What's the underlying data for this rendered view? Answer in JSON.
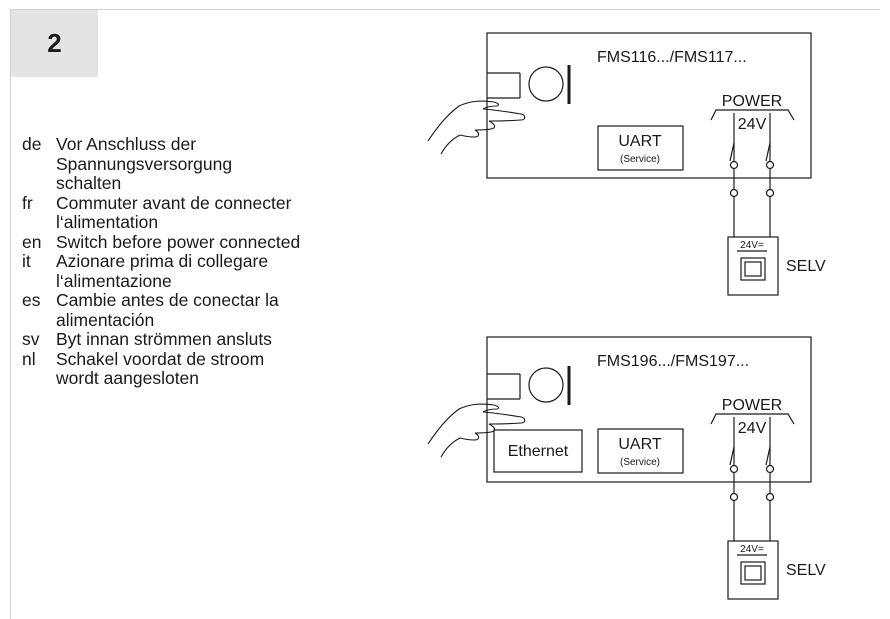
{
  "step_number": "2",
  "instructions": [
    {
      "lang": "de",
      "text": "Vor Anschluss der\nSpannungsversorgung\nschalten"
    },
    {
      "lang": "fr",
      "text": "Commuter avant de connecter\nl‘alimentation"
    },
    {
      "lang": "en",
      "text": "Switch before power connected"
    },
    {
      "lang": "it",
      "text": "Azionare prima di collegare\nl‘alimentazione"
    },
    {
      "lang": "es",
      "text": "Cambie antes de conectar la\nalimentación"
    },
    {
      "lang": "sv",
      "text": "Byt innan strömmen ansluts"
    },
    {
      "lang": "nl",
      "text": "Schakel voordat de stroom\nwordt aangesloten"
    }
  ],
  "diagram_top": {
    "model": "FMS116.../FMS117...",
    "uart_label": "UART",
    "uart_sub": "(Service)",
    "power_label": "POWER",
    "power_voltage": "24V",
    "supply_label": "24V=",
    "selv_label": "SELV"
  },
  "diagram_bottom": {
    "model": "FMS196.../FMS197...",
    "ethernet_label": "Ethernet",
    "uart_label": "UART",
    "uart_sub": "(Service)",
    "power_label": "POWER",
    "power_voltage": "24V",
    "supply_label": "24V=",
    "selv_label": "SELV"
  }
}
